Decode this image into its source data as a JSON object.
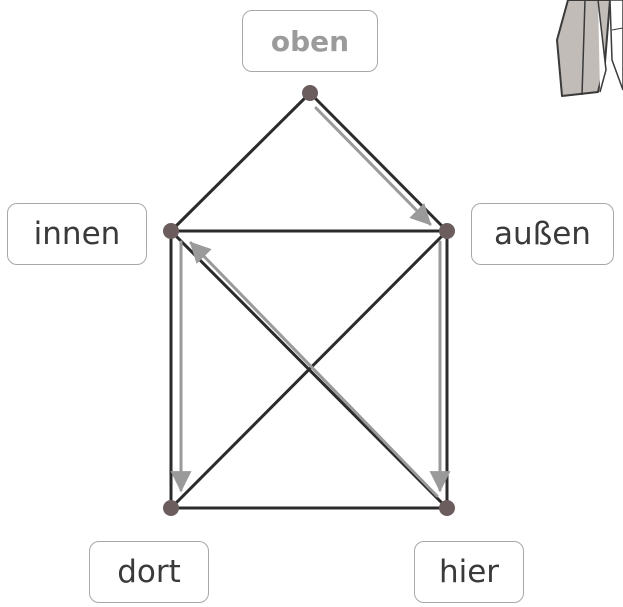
{
  "labels": {
    "oben": "oben",
    "innen": "innen",
    "aussen": "außen",
    "dort": "dort",
    "hier": "hier"
  },
  "colors": {
    "edge": "#2b2b2b",
    "arrow": "#9a9a9a",
    "node": "#6b5d5d",
    "label_border": "#a8a8a8",
    "label_text": "#3a3a3a",
    "highlight_text": "#9b9b9b",
    "drawing_fill": "#c2bcb8",
    "drawing_stroke": "#3a3a3a"
  },
  "path_order": [
    "oben",
    "außen",
    "hier",
    "innen",
    "dort"
  ]
}
